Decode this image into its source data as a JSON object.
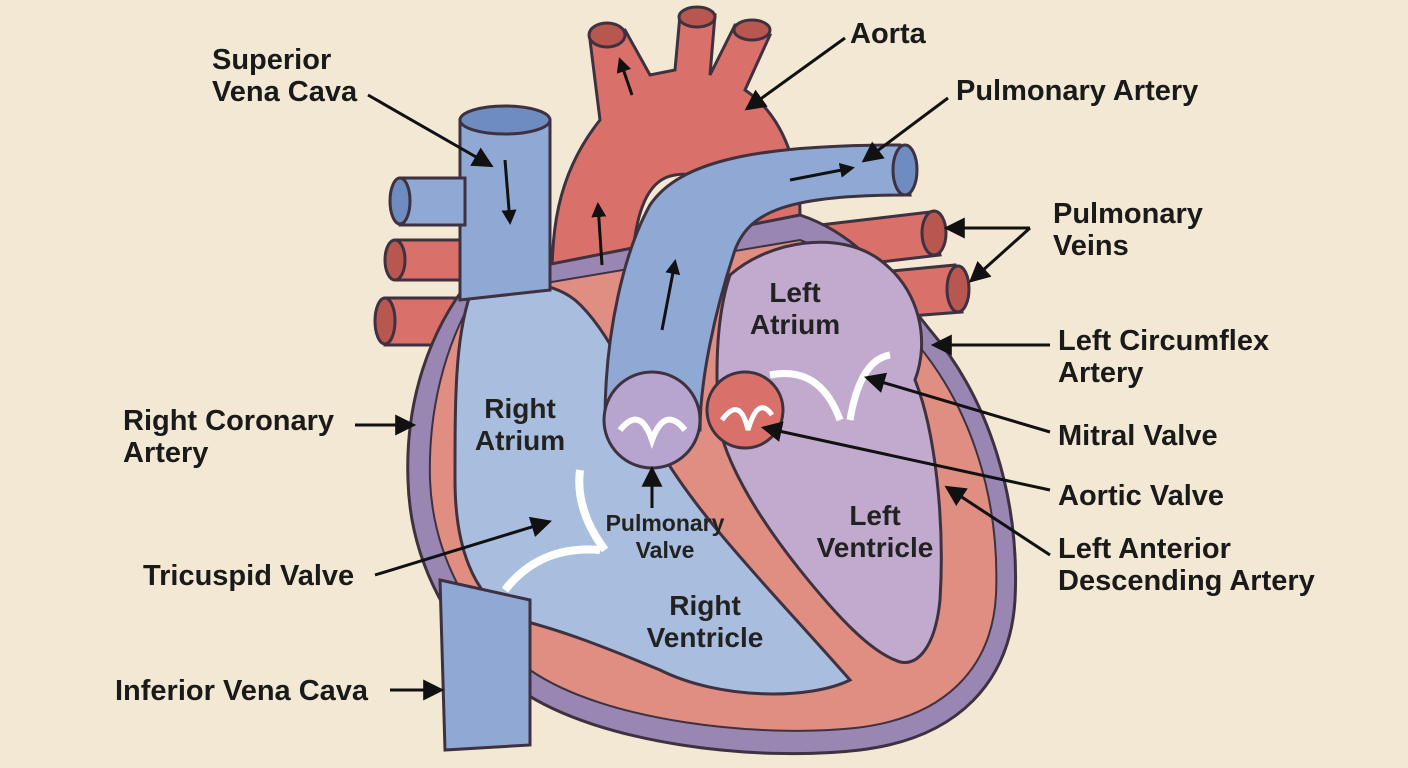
{
  "colors": {
    "background": "#f3e8d3",
    "oxygenated_red": "#d9716a",
    "deoxygenated_blue": "#8fa9d4",
    "left_chamber_purple": "#c1aacd",
    "outline": "#3e3140",
    "pericardium_purple": "#9a86b3"
  },
  "labels": {
    "superior_vena_cava": [
      "Superior",
      "Vena Cava"
    ],
    "aorta": "Aorta",
    "pulmonary_artery": "Pulmonary Artery",
    "pulmonary_veins": [
      "Pulmonary",
      "Veins"
    ],
    "left_circumflex_artery": [
      "Left Circumflex",
      "Artery"
    ],
    "right_coronary_artery": [
      "Right Coronary",
      "Artery"
    ],
    "mitral_valve": "Mitral Valve",
    "aortic_valve": "Aortic Valve",
    "left_anterior_descending_artery": [
      "Left Anterior",
      "Descending Artery"
    ],
    "tricuspid_valve": "Tricuspid Valve",
    "inferior_vena_cava": "Inferior Vena Cava",
    "right_atrium": [
      "Right",
      "Atrium"
    ],
    "left_atrium": [
      "Left",
      "Atrium"
    ],
    "pulmonary_valve": [
      "Pulmonary",
      "Valve"
    ],
    "left_ventricle": [
      "Left",
      "Ventricle"
    ],
    "right_ventricle": [
      "Right",
      "Ventricle"
    ]
  }
}
